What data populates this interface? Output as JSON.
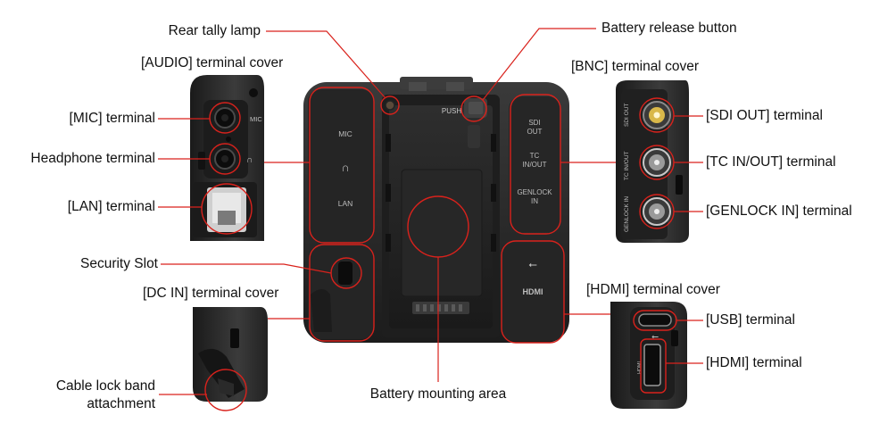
{
  "labels": {
    "rear_tally_lamp": "Rear tally lamp",
    "battery_release_button": "Battery release button",
    "audio_terminal_cover": "[AUDIO] terminal cover",
    "bnc_terminal_cover": "[BNC] terminal cover",
    "mic_terminal": "[MIC] terminal",
    "headphone_terminal": "Headphone terminal",
    "lan_terminal": "[LAN] terminal",
    "sdi_out_terminal": "[SDI OUT] terminal",
    "tc_in_out_terminal": "[TC IN/OUT] terminal",
    "genlock_in_terminal": "[GENLOCK IN] terminal",
    "security_slot": "Security Slot",
    "dc_in_terminal_cover": "[DC IN] terminal cover",
    "hdmi_terminal_cover": "[HDMI] terminal cover",
    "usb_terminal": "[USB] terminal",
    "hdmi_terminal": "[HDMI] terminal",
    "cable_lock_band_attachment_line1": "Cable lock band",
    "cable_lock_band_attachment_line2": "attachment",
    "battery_mounting_area": "Battery mounting area"
  },
  "body_markings": {
    "push": "PUSH",
    "mic": "MIC",
    "lan": "LAN",
    "sdi_out_1": "SDI",
    "sdi_out_2": "OUT",
    "tc_1": "TC",
    "tc_2": "IN/OUT",
    "genlock_1": "GENLOCK",
    "genlock_2": "IN",
    "hdmi": "HDMI",
    "side_mic": "MIC",
    "side_sdi": "SDI OUT",
    "side_tc": "TC IN/OUT",
    "side_genlock": "GENLOCK IN",
    "side_hdmi": "HDMI"
  },
  "colors": {
    "callout": "#d9221c",
    "body": "#262626",
    "body_dark": "#141414",
    "marking": "#b9b9b9",
    "bnc_gold": "#d9b84a"
  }
}
